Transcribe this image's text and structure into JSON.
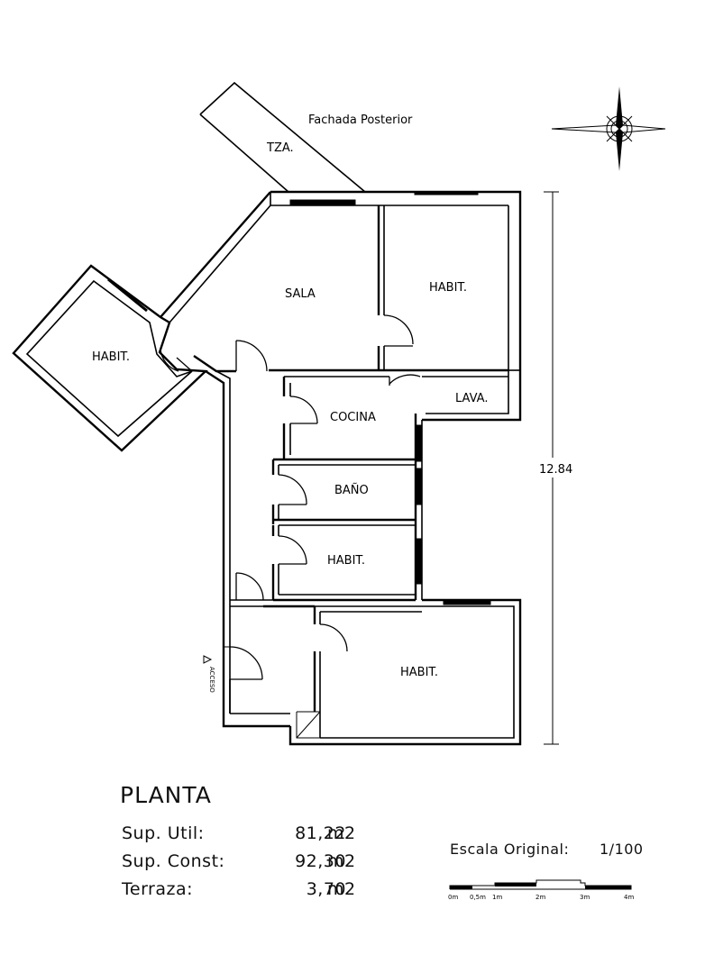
{
  "facade_label": "Fachada Posterior",
  "dimension_label": "12.84",
  "rooms": {
    "terraza": "TZA.",
    "sala": "SALA",
    "habit_top_right": "HABIT.",
    "habit_left": "HABIT.",
    "cocina": "COCINA",
    "lava": "LAVA.",
    "bano": "BAÑO",
    "habit_middle": "HABIT.",
    "habit_bottom": "HABIT."
  },
  "access_label": "ACCESO",
  "planta": {
    "title": "PLANTA",
    "rows": [
      {
        "label": "Sup. Util:",
        "value": "81,22",
        "unit": "m2"
      },
      {
        "label": "Sup. Const:",
        "value": "92,30",
        "unit": "m2"
      },
      {
        "label": "Terraza:",
        "value": "3,70",
        "unit": "m2"
      }
    ]
  },
  "scale": {
    "label": "Escala Original:",
    "value": "1/100",
    "ticks": [
      "0m",
      "0,5m",
      "1m",
      "2m",
      "3m",
      "4m"
    ]
  }
}
